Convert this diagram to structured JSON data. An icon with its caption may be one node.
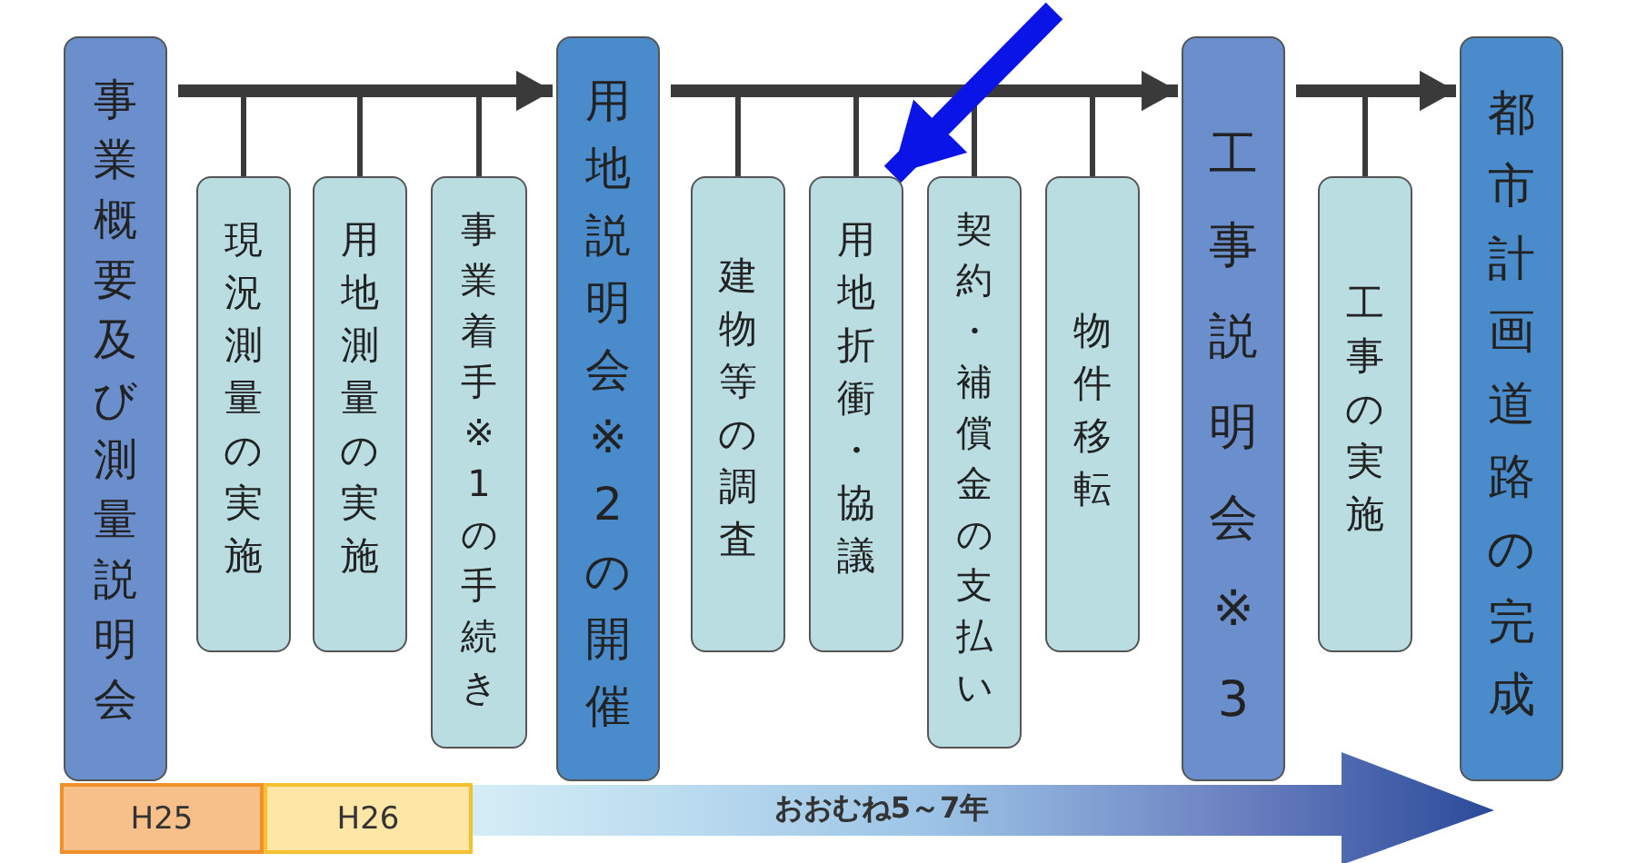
{
  "diagram": {
    "nodes": [
      {
        "text": [
          "事業概要及び測量説明会"
        ]
      },
      {
        "text": [
          "現況測量の実施"
        ]
      },
      {
        "text": [
          "用地測量の実施"
        ]
      },
      {
        "text": [
          "事業着手※1の手続き"
        ]
      },
      {
        "text": [
          "用地説明会※2の開催"
        ]
      },
      {
        "text": [
          "建物等の調査"
        ]
      },
      {
        "text": [
          "用地折衝・協議"
        ]
      },
      {
        "text": [
          "契約・補償金の支払い"
        ]
      },
      {
        "text": [
          "物件移転"
        ]
      },
      {
        "text": [
          "工事説明会※3"
        ]
      },
      {
        "text": [
          "工事の実施"
        ]
      },
      {
        "text": [
          "都市計画道路の完成"
        ]
      }
    ],
    "edges": [
      {
        "from": 0,
        "to": 1,
        "arrow": "none"
      },
      {
        "from": 0,
        "to": 2,
        "arrow": "none"
      },
      {
        "from": 0,
        "to": 3,
        "arrow": "none"
      },
      {
        "from": 0,
        "to": 4,
        "arrow": "to",
        "style": "thick"
      },
      {
        "from": 4,
        "to": 5,
        "arrow": "none"
      },
      {
        "from": 4,
        "to": 6,
        "arrow": "none"
      },
      {
        "from": 4,
        "to": 7,
        "arrow": "none"
      },
      {
        "from": 4,
        "to": 8,
        "arrow": "none"
      },
      {
        "from": 4,
        "to": 9,
        "arrow": "to",
        "style": "thick"
      },
      {
        "from": 9,
        "to": 10,
        "arrow": "none"
      },
      {
        "from": 9,
        "to": 11,
        "arrow": "to",
        "style": "thick"
      },
      {
        "from": null,
        "to": 6,
        "arrow": "to",
        "style": "thick",
        "color": "#0a14e6"
      }
    ],
    "labels": [
      "H25",
      "H26",
      "おおむね5～7年"
    ]
  }
}
